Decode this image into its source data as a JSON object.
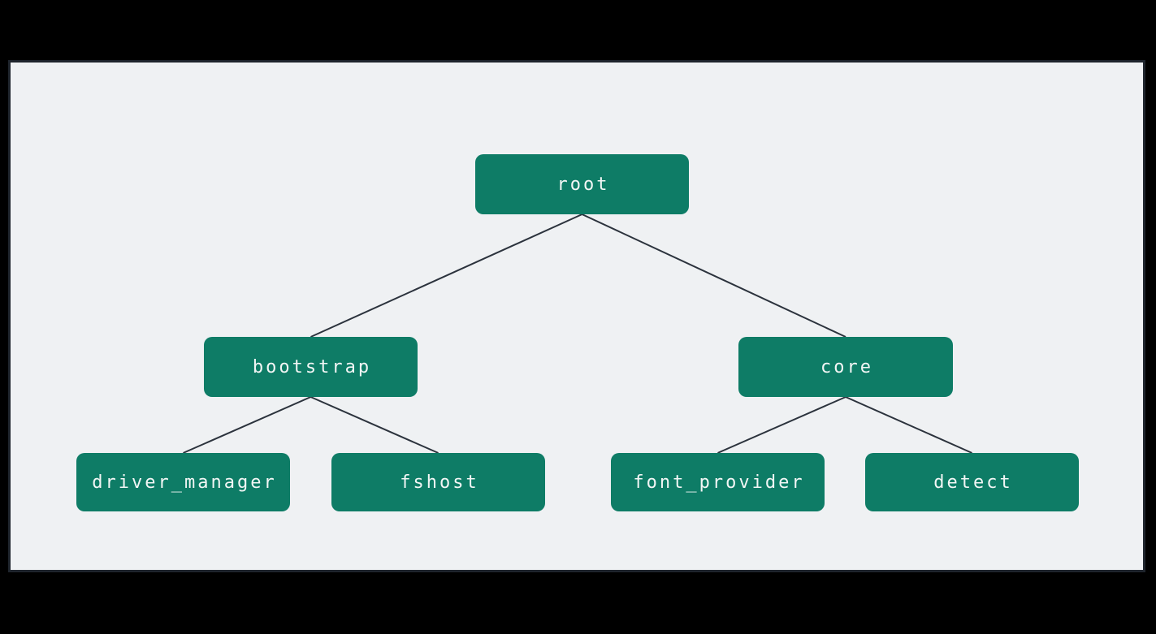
{
  "diagram": {
    "type": "tree",
    "nodes": [
      {
        "id": "root",
        "label": "root"
      },
      {
        "id": "bootstrap",
        "label": "bootstrap"
      },
      {
        "id": "core",
        "label": "core"
      },
      {
        "id": "driver_manager",
        "label": "driver_manager"
      },
      {
        "id": "fshost",
        "label": "fshost"
      },
      {
        "id": "font_provider",
        "label": "font_provider"
      },
      {
        "id": "detect",
        "label": "detect"
      }
    ],
    "edges": [
      {
        "from": "root",
        "to": "bootstrap"
      },
      {
        "from": "root",
        "to": "core"
      },
      {
        "from": "bootstrap",
        "to": "driver_manager"
      },
      {
        "from": "bootstrap",
        "to": "fshost"
      },
      {
        "from": "core",
        "to": "font_provider"
      },
      {
        "from": "core",
        "to": "detect"
      }
    ],
    "colors": {
      "outer_bg": "#000000",
      "canvas_bg": "#eff1f3",
      "frame_border": "#1f252d",
      "node_fill": "#0e7c66",
      "node_text": "#f2f6f5",
      "edge": "#2c333d"
    }
  }
}
